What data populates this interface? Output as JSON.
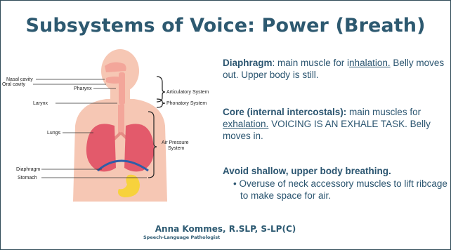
{
  "slide": {
    "title": "Subsystems of Voice: Power (Breath)"
  },
  "diagram": {
    "labels": {
      "nasal_cavity": "Nasal cavity",
      "oral_cavity": "Oral cavity",
      "pharynx": "Pharynx",
      "larynx": "Larynx",
      "lungs": "Lungs",
      "diaphragm": "Diaphragm",
      "stomach": "Stomach"
    },
    "systems": {
      "articulatory": "Articulatory System",
      "phonatory": "Phonatory System",
      "air_pressure_line1": "Air Pressure",
      "air_pressure_line2": "System"
    },
    "colors": {
      "skin": "#f6c7b4",
      "lungs": "#e35a6b",
      "stomach": "#f7d23c",
      "diaphragm": "#2e5ea8",
      "airway": "#f3a69a"
    }
  },
  "content": {
    "diaphragm_term": "Diaphragm",
    "diaphragm_text1": ": main muscle for i",
    "diaphragm_underlined": "nhalation.",
    "diaphragm_text2": " Belly moves out. Upper body is still.",
    "core_term": "Core (internal intercostals):",
    "core_text1": " main muscles for ",
    "core_underlined": "exhalation.",
    "core_text2": " VOICING IS AN EXHALE TASK. Belly moves in.",
    "avoid_heading": "Avoid shallow, upper body breathing.",
    "bullet_mark": "•",
    "bullet_text": "Overuse of neck accessory muscles to lift ribcage to make space for air."
  },
  "footer": {
    "name": "Anna Kommes, R.SLP, S-LP(C)",
    "subtitle": "Speech-Language Pathologist"
  }
}
